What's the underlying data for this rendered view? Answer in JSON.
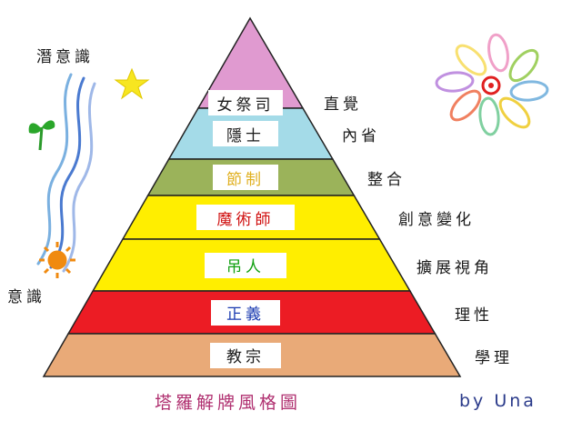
{
  "diagram": {
    "levels": [
      {
        "label": "女祭司",
        "side": "直覺",
        "fill": "#e09ad0",
        "text_color": "#1a1a1a"
      },
      {
        "label": "隱士",
        "side": "內省",
        "fill": "#a4dbe8",
        "text_color": "#1a1a1a"
      },
      {
        "label": "節制",
        "side": "整合",
        "fill": "#9bb35a",
        "text_color": "#e0b020"
      },
      {
        "label": "魔術師",
        "side": "創意變化",
        "fill": "#ffee00",
        "text_color": "#d01010"
      },
      {
        "label": "吊人",
        "side": "擴展視角",
        "fill": "#ffee00",
        "text_color": "#10a010"
      },
      {
        "label": "正義",
        "side": "理性",
        "fill": "#ec1c24",
        "text_color": "#1a3ab0"
      },
      {
        "label": "教宗",
        "side": "學理",
        "fill": "#e9aa78",
        "text_color": "#1a1a1a"
      }
    ],
    "left_top_label": "潛意識",
    "left_bottom_label": "意識",
    "caption": "塔羅解牌風格圖",
    "caption_color": "#b03070",
    "credit": "by Una",
    "credit_color": "#2a3a8a"
  }
}
